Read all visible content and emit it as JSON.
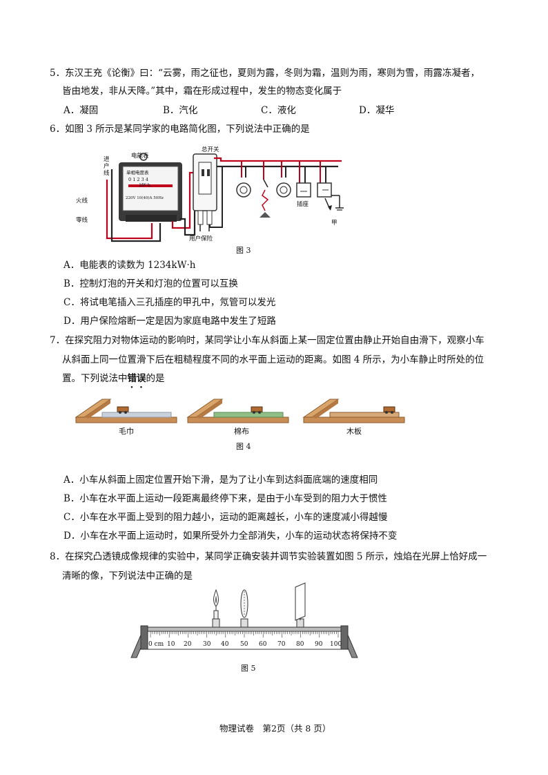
{
  "q5": {
    "line1": "5．东汉王充《论衡》曰：“云雾，雨之征也，夏则为露，冬则为霜，温则为雨，寒则为雪，雨露冻凝者，",
    "line2": "皆由地发，非从天降。”其中，霜在形成过程中，发生的物态变化属于",
    "options": [
      "A．凝固",
      "B．汽化",
      "C．液化",
      "D．凝华"
    ]
  },
  "q6": {
    "stem": "6．如图 3 所示是某同学家的电路简化图，下列说法中正确的是",
    "fig_labels": {
      "meter": "电能表",
      "main_switch": "总开关",
      "incoming_1": "进",
      "incoming_2": "户",
      "incoming_3": "线",
      "live": "火线",
      "neutral": "零线",
      "fuse": "用户保险",
      "socket_a": "插座",
      "socket_b": "甲",
      "meter_title": "单相电度表",
      "meter_digits": "0 1 2 3 4",
      "meter_unit": "kW·h",
      "meter_spec": "220V 10(40)A 50Hz"
    },
    "caption": "图 3",
    "options": [
      "A．电能表的读数为 1234kW·h",
      "B．控制灯泡的开关和灯泡的位置可以互换",
      "C．将试电笔插入三孔插座的甲孔中，氖管可以发光",
      "D．用户保险熔断一定是因为家庭电路中发生了短路"
    ]
  },
  "q7": {
    "line1": "7．在探究阻力对物体运动的影响时，某同学让小车从斜面上某一固定位置由静止开始自由滑下，观察小车",
    "line2": "从斜面上同一位置滑下后在粗糙程度不同的水平面上运动的距离。如图 4 所示，为小车静止时所处的位",
    "line3_pre": "置。下列说法中",
    "line3_emph": "错误",
    "line3_post": "的是",
    "surfaces": [
      "毛巾",
      "棉布",
      "木板"
    ],
    "caption": "图 4",
    "options": [
      "A．小车从斜面上固定位置开始下滑，是为了让小车到达斜面底端的速度相同",
      "B．小车在水平面上运动一段距离最终停下来，是由于小车受到的阻力大于惯性",
      "C．小车在水平面上受到的阻力越小，运动的距离越长，小车的速度减小得越慢",
      "D．小车在水平面上运动时，如果所受外力全部消失，小车的运动状态将保持不变"
    ]
  },
  "q8": {
    "line1": "8．在探究凸透镜成像规律的实验中，某同学正确安装并调节实验装置如图 5 所示，烛焰在光屏上恰好成一",
    "line2": "清晰的像，下列说法中正确的是",
    "ruler_labels": [
      "0 cm",
      "10",
      "20",
      "30",
      "40",
      "50",
      "60",
      "70",
      "80",
      "90",
      "100"
    ],
    "caption": "图 5"
  },
  "footer": "物理试卷　第2页（共 8 页）"
}
